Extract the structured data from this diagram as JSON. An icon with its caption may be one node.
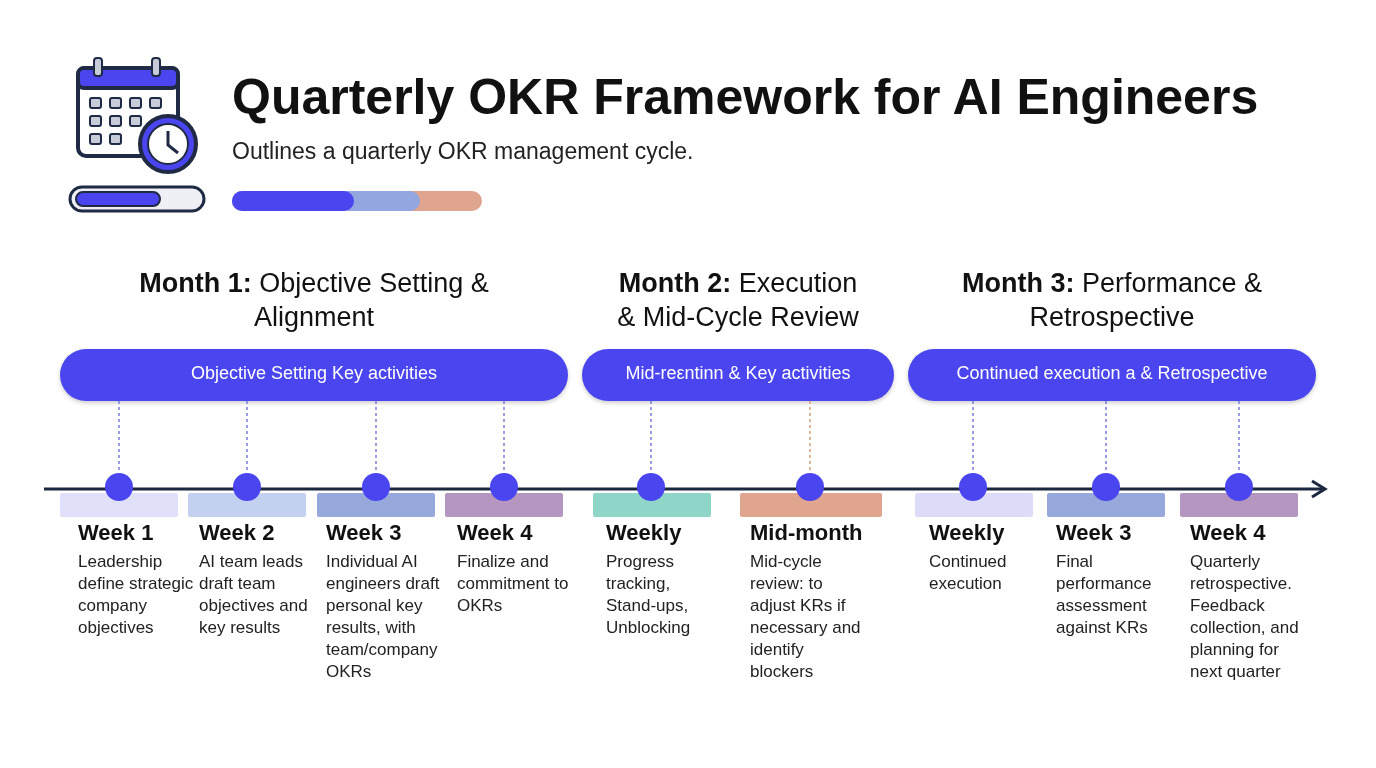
{
  "diagram": {
    "title": "Quarterly OKR Framework for AI Engineers",
    "nodes": [
      {
        "text": [
          "**Month 1:** Objective Setting & Alignment",
          "Objective Setting Key activities"
        ]
      },
      {
        "text": [
          "**Month 2:** Execution & Mid-Cycle Review",
          "Mid-reεntinn & Key activities"
        ]
      },
      {
        "text": [
          "**Month 3:** Performance & Retrospective",
          "Continued execution a & Retrospective"
        ]
      },
      {
        "text": [],
        "shape": "circle"
      },
      {
        "text": [],
        "shape": "circle"
      },
      {
        "text": [],
        "shape": "circle"
      },
      {
        "text": [],
        "shape": "circle"
      },
      {
        "text": [],
        "shape": "circle"
      },
      {
        "text": [],
        "shape": "circle"
      },
      {
        "text": [],
        "shape": "circle"
      },
      {
        "text": [],
        "shape": "circle"
      },
      {
        "text": [],
        "shape": "circle"
      },
      {
        "text": [
          "Week 1",
          "Leadership define strategic company objectives"
        ]
      },
      {
        "text": [
          "Week 2",
          "AI team leads draft team objectives and key results"
        ]
      },
      {
        "text": [
          "Week 3",
          "Individual AI engineers draft personal key results, with team/company OKRs"
        ]
      },
      {
        "text": [
          "Week 4",
          "Finalize and commitment to OKRs"
        ]
      },
      {
        "text": [
          "Weekly",
          "Progress tracking, Stand-ups, Unblocking"
        ]
      },
      {
        "text": [
          "Mid-month",
          "Mid-cycle review: to adjust KRs if necessary and identify blockers"
        ]
      },
      {
        "text": [
          "Weekly",
          "Continued execution"
        ]
      },
      {
        "text": [
          "Week 3",
          "Final performance assessment against KRs"
        ]
      },
      {
        "text": [
          "Week 4",
          "Quarterly retrospective. Feedback collection, and planning for next quarter"
        ]
      }
    ],
    "edges": [
      {
        "from": 0,
        "to": 3,
        "arrow": "none",
        "style": "dashed"
      },
      {
        "from": 0,
        "to": 4,
        "arrow": "none",
        "style": "dashed"
      },
      {
        "from": 0,
        "to": 5,
        "arrow": "none",
        "style": "dashed"
      },
      {
        "from": 0,
        "to": 6,
        "arrow": "none",
        "style": "dashed"
      },
      {
        "from": 1,
        "to": 7,
        "arrow": "none",
        "style": "dashed"
      },
      {
        "from": 1,
        "to": 8,
        "arrow": "none",
        "style": "dashed",
        "color": "#d9a07a"
      },
      {
        "from": 2,
        "to": 9,
        "arrow": "none",
        "style": "dashed"
      },
      {
        "from": 2,
        "to": 10,
        "arrow": "none",
        "style": "dashed"
      },
      {
        "from": 2,
        "to": 11,
        "arrow": "none",
        "style": "dashed"
      }
    ],
    "labels": [
      "Outlines a quarterly OKR management cycle."
    ]
  }
}
